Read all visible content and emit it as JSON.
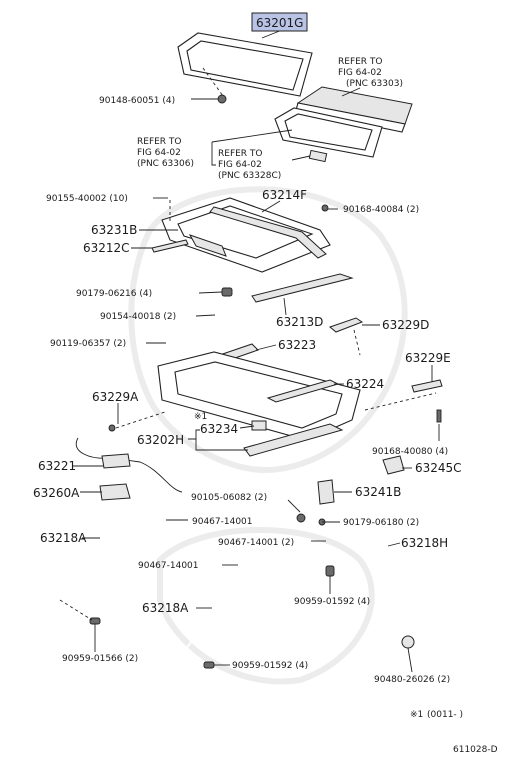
{
  "highlight_color": "#b9c3e6",
  "diagram_code": "611028-D",
  "footnote": {
    "mark": "※1",
    "text": "(0011-    )"
  },
  "star_mark": "※1",
  "refs": {
    "r63303": {
      "l1": "REFER TO",
      "l2": "FIG 64-02",
      "l3": "(PNC 63303)"
    },
    "r63306": {
      "l1": "REFER TO",
      "l2": "FIG 64-02",
      "l3": "(PNC 63306)"
    },
    "r63328": {
      "l1": "REFER TO",
      "l2": "FIG 64-02",
      "l3": "(PNC 63328C)"
    }
  },
  "parts": {
    "p63201G": "63201G",
    "p63214F": "63214F",
    "p63231B": "63231B",
    "p63212C": "63212C",
    "p63213D": "63213D",
    "p63229D": "63229D",
    "p63223": "63223",
    "p63229E": "63229E",
    "p63224": "63224",
    "p63229A": "63229A",
    "p63234": "63234",
    "p63202H": "63202H",
    "p63221": "63221",
    "p63245C": "63245C",
    "p63260A": "63260A",
    "p63241B": "63241B",
    "p63218A_1": "63218A",
    "p63218H": "63218H",
    "p63218A_2": "63218A"
  },
  "fasteners": {
    "f90148": "90148-60051 (4)",
    "f90155": "90155-40002 (10)",
    "f90168a": "90168-40084 (2)",
    "f90179a": "90179-06216 (4)",
    "f90154": "90154-40018 (2)",
    "f90119": "90119-06357 (2)",
    "f90168b": "90168-40080 (4)",
    "f90105": "90105-06082 (2)",
    "f90467a": "90467-14001",
    "f90179b": "90179-06180 (2)",
    "f90467b": "90467-14001 (2)",
    "f90467c": "90467-14001",
    "f90959a": "90959-01592 (4)",
    "f90959b": "90959-01566 (2)",
    "f90959c": "90959-01592 (4)",
    "f90480": "90480-26026 (2)"
  }
}
